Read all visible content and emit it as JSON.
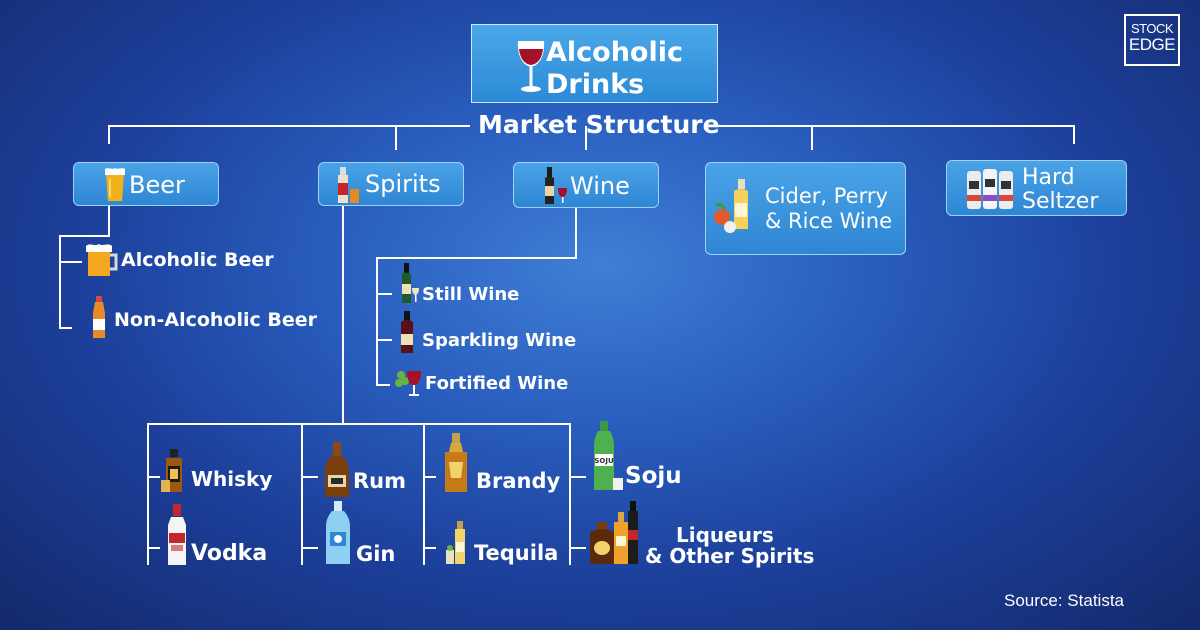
{
  "title": {
    "line1": "Alcoholic",
    "line2": "Drinks"
  },
  "subtitle": "Market Structure",
  "logo": {
    "line1": "STOCK",
    "line2": "EDGE"
  },
  "categories": {
    "beer": "Beer",
    "spirits": "Spirits",
    "wine": "Wine",
    "cider_line1": "Cider, Perry",
    "cider_line2": "& Rice Wine",
    "seltzer_line1": "Hard",
    "seltzer_line2": "Seltzer"
  },
  "beer_items": [
    "Alcoholic Beer",
    "Non-Alcoholic Beer"
  ],
  "wine_items": [
    "Still Wine",
    "Sparkling Wine",
    "Fortified Wine"
  ],
  "spirits_items": {
    "whisky": "Whisky",
    "vodka": "Vodka",
    "rum": "Rum",
    "gin": "Gin",
    "brandy": "Brandy",
    "tequila": "Tequila",
    "soju": "Soju",
    "liqueurs_line1": "Liqueurs",
    "liqueurs_line2": "& Other Spirits"
  },
  "soju_bottle_text": "SOJU",
  "source": "Source: Statista",
  "colors": {
    "box": "#3a96de",
    "line": "#ffffff",
    "bg_center": "#3f7fd6",
    "bg_edge": "#14296b"
  }
}
